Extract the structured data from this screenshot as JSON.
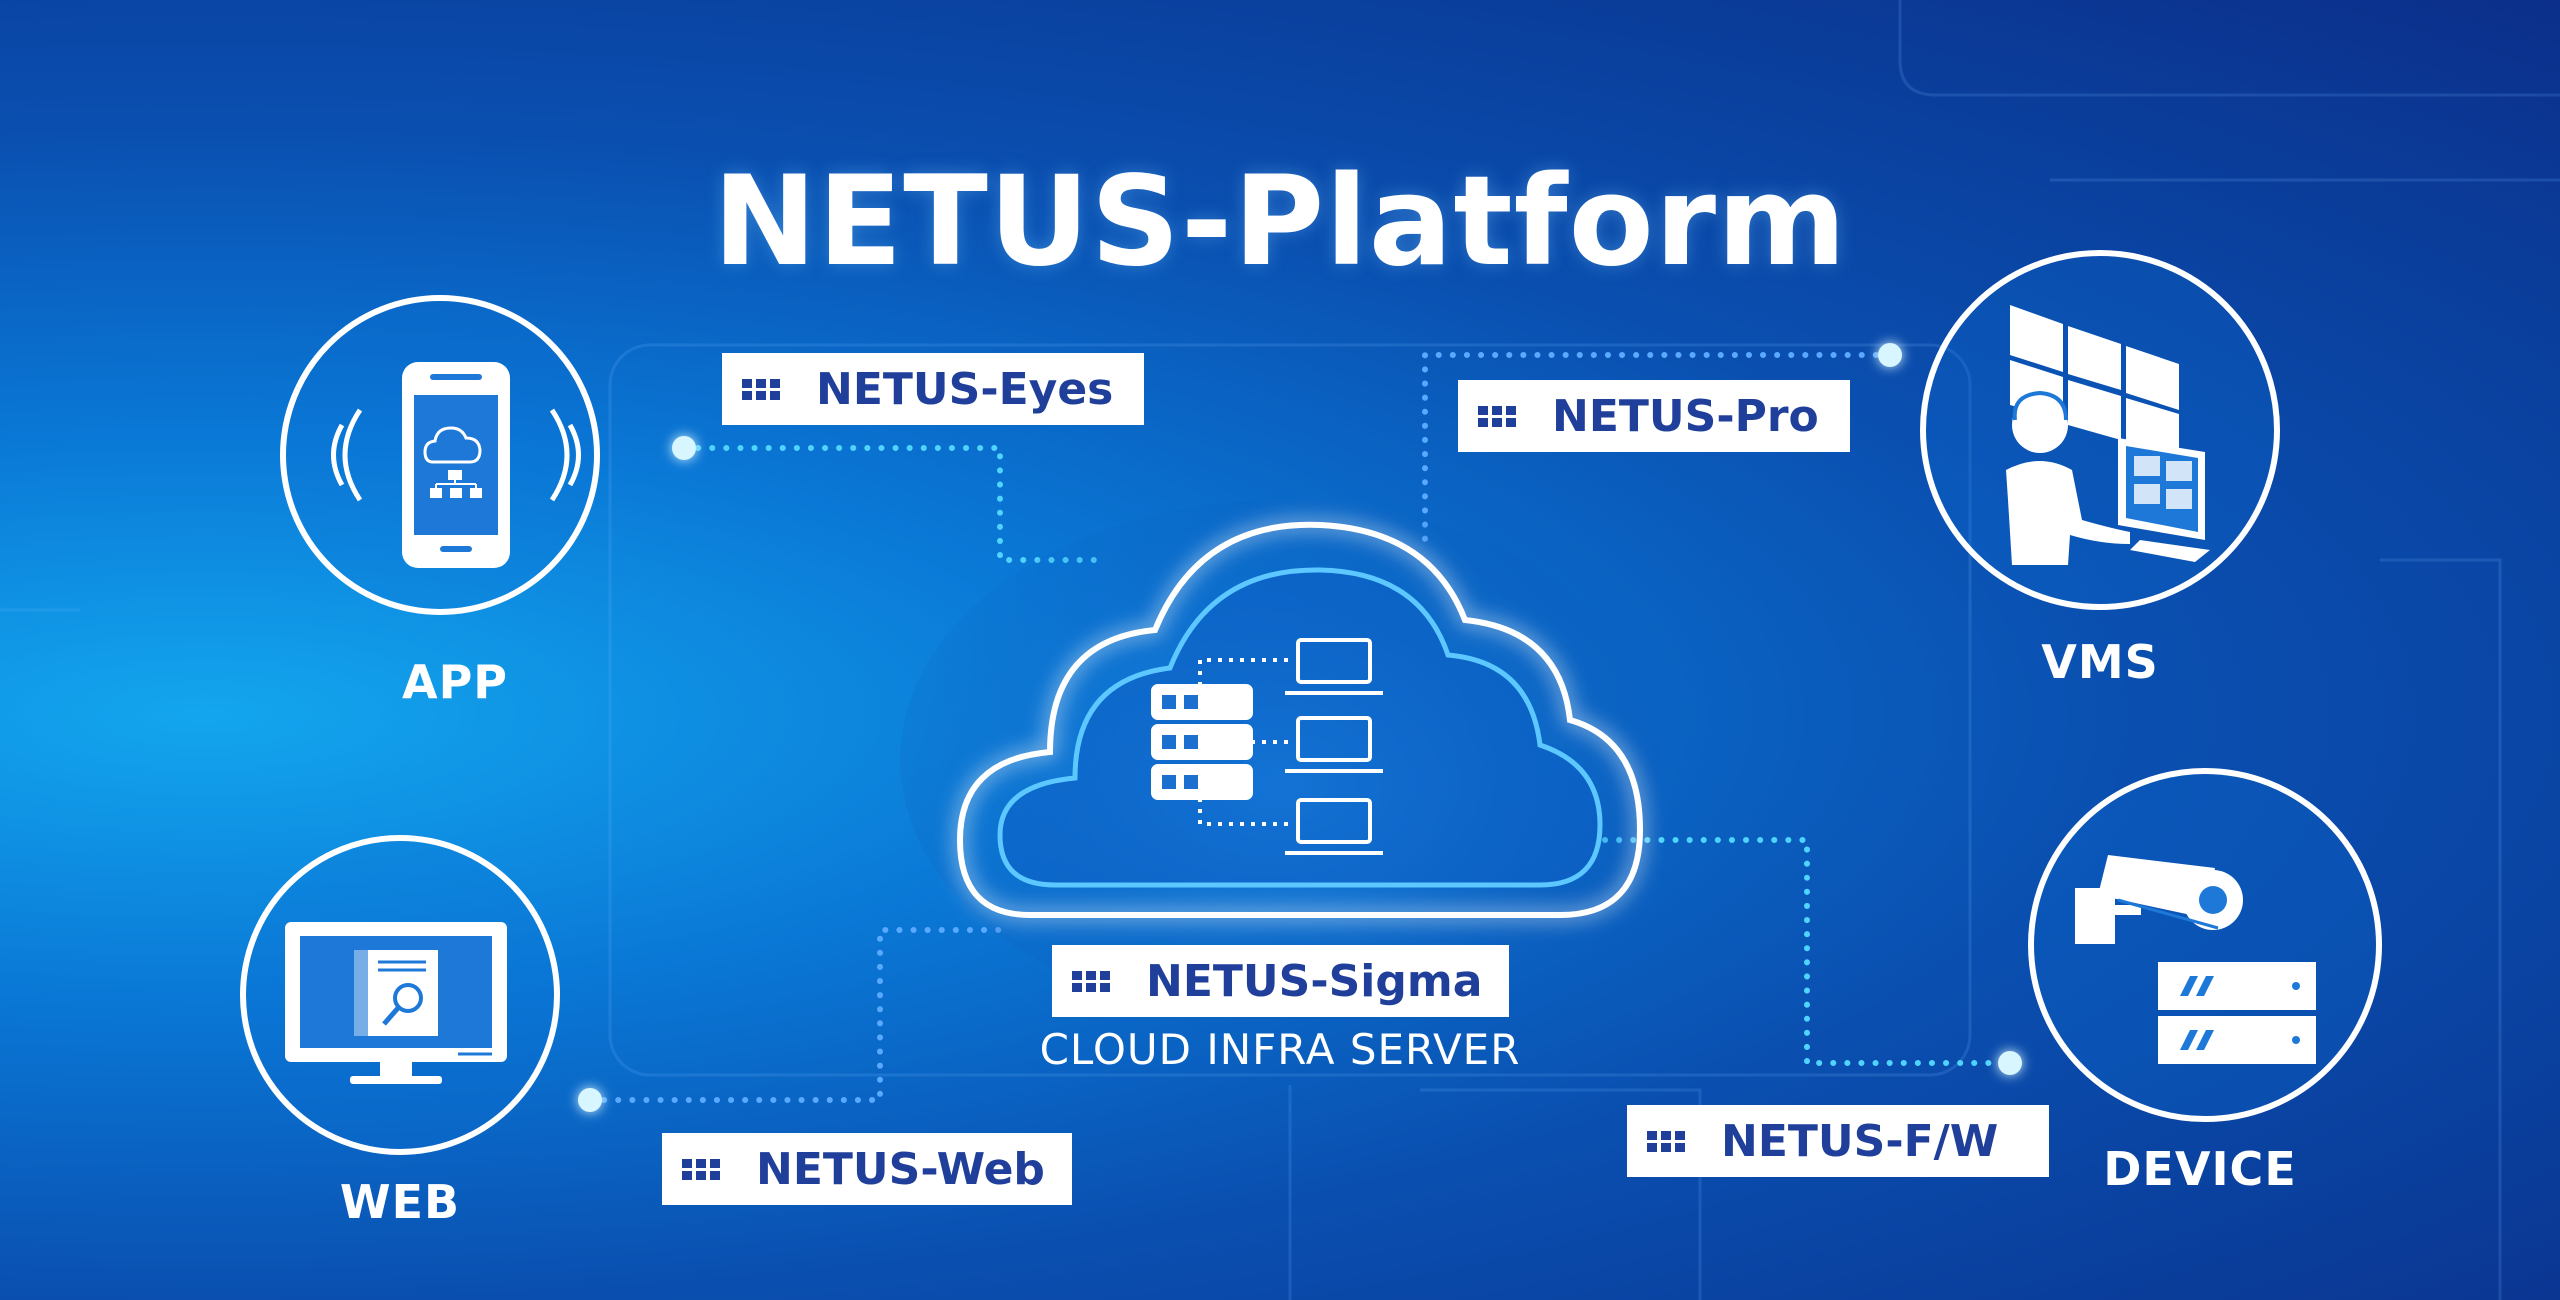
{
  "title": "NETUS-Platform",
  "nodes": {
    "app": {
      "label": "APP"
    },
    "web": {
      "label": "WEB"
    },
    "vms": {
      "label": "VMS"
    },
    "device": {
      "label": "DEVICE"
    }
  },
  "tags": {
    "eyes": "NETUS-Eyes",
    "pro": "NETUS-Pro",
    "sigma": "NETUS-Sigma",
    "web": "NETUS-Web",
    "fw": "NETUS-F/W"
  },
  "cloud_caption": "CLOUD INFRA SERVER",
  "colors": {
    "background_light": "#13a6ee",
    "background_dark": "#0b2f8a",
    "tag_text": "#1f3f9a",
    "connector": "#4fd3ff",
    "white": "#ffffff"
  },
  "icons": {
    "app": "smartphone-cloud-icon",
    "web": "monitor-search-icon",
    "vms": "operator-video-wall-icon",
    "device": "cctv-camera-nvr-icon",
    "cloud": "cloud-server-icon"
  }
}
